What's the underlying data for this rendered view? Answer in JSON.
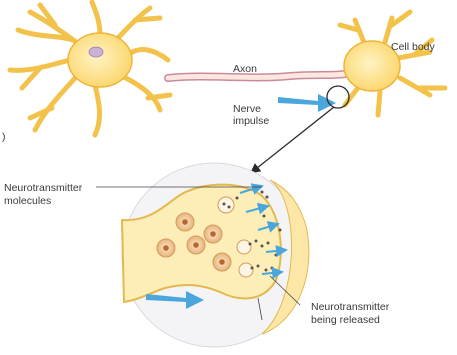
{
  "labels": {
    "axon": "Axon",
    "cell_body": "Cell body",
    "nerve_impulse_line1": "Nerve",
    "nerve_impulse_line2": "impulse",
    "neurotransmitter_molecules_line1": "Neurotransmitter",
    "neurotransmitter_molecules_line2": "molecules",
    "being_released_line1": "Neurotransmitter",
    "being_released_line2": "being released",
    "left_edge_fragment": ")"
  },
  "colors": {
    "neuron_fill": "#fbd56a",
    "neuron_edge": "#e8a92b",
    "nucleus": "#c9b2d3",
    "axon_fill": "#fde7df",
    "axon_stroke": "#c98aa0",
    "arrow_blue": "#4aa6dc",
    "terminal_fill": "#fdeeb8",
    "vesicle": "#b8682f",
    "zoom_bg": "#f4f4f6"
  }
}
